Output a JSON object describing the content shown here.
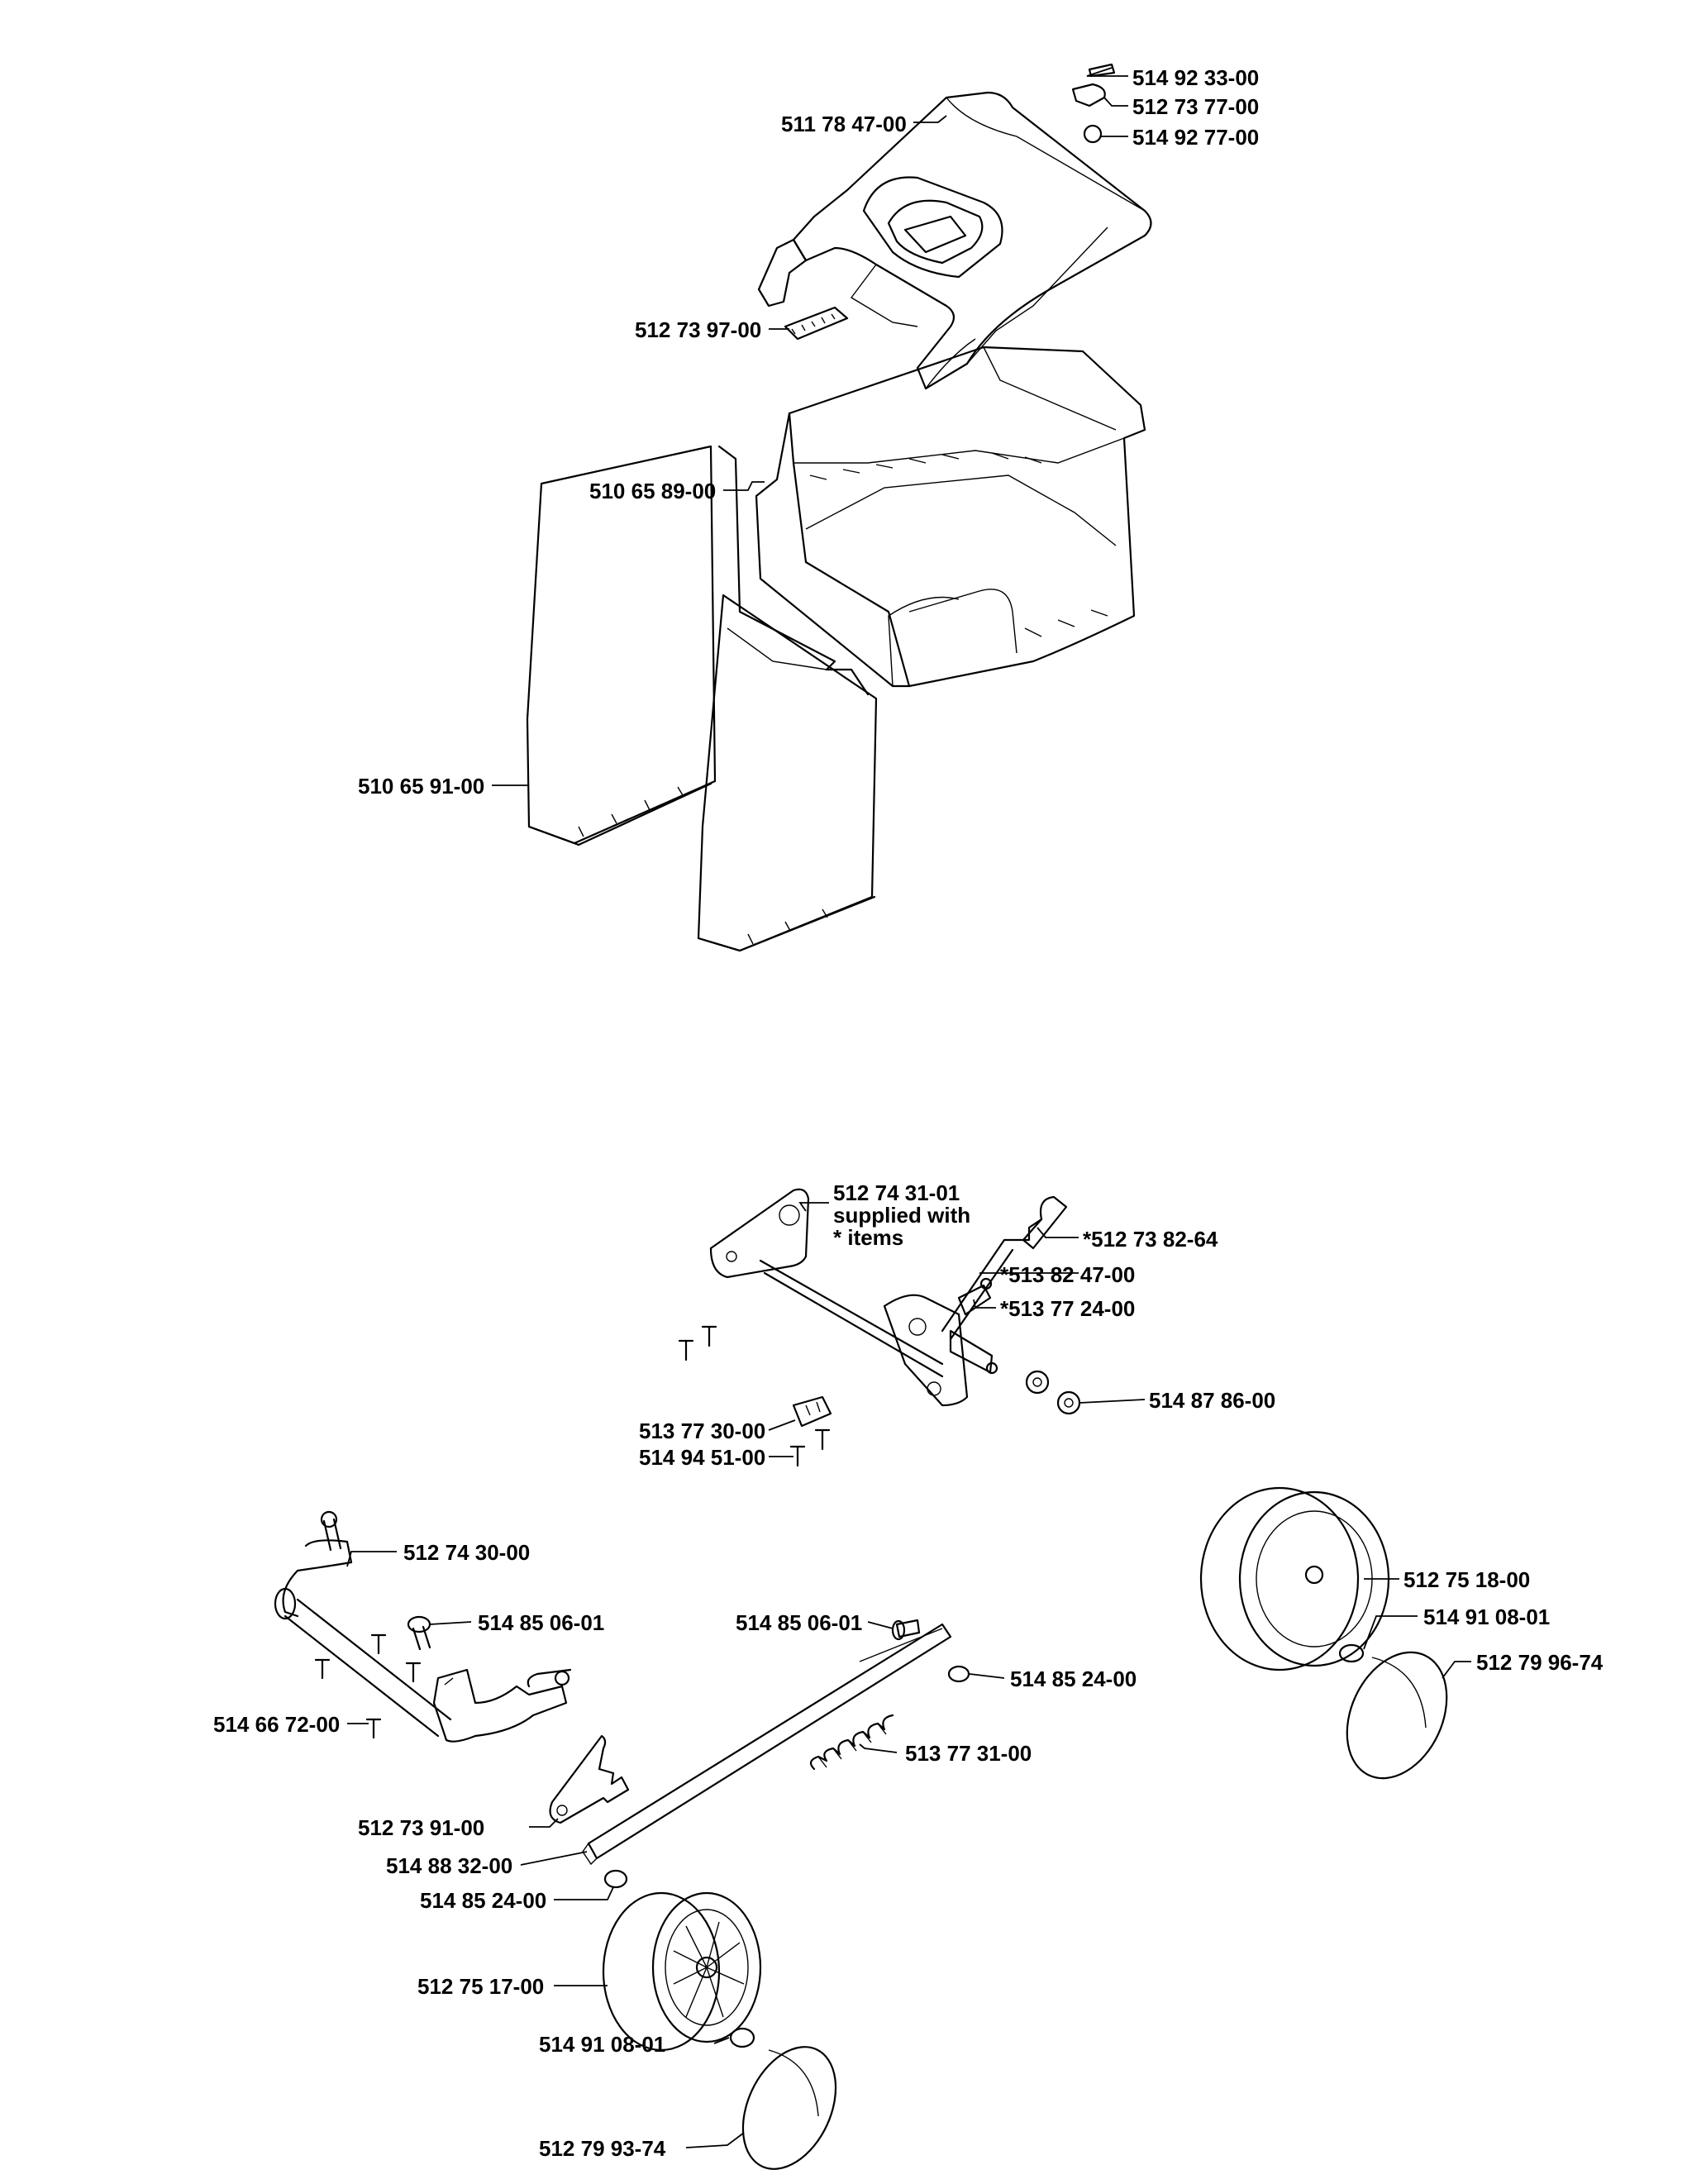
{
  "colors": {
    "line": "#000000",
    "background": "#ffffff"
  },
  "catcher": {
    "lid": "511 78 47-00",
    "lid_clip_a": "514 92 33-00",
    "lid_clip_b": "512 73 77-00",
    "lid_plug": "514 92 77-00",
    "indicator": "512 73 97-00",
    "frame": "510 65 89-00",
    "bag": "510 65 91-00"
  },
  "height_adjust": {
    "shaft_line1": "512 74 31-01",
    "shaft_line2": "supplied with",
    "shaft_line3": "* items",
    "knob": "*512 73 82-64",
    "spring_pin": "*513 82 47-00",
    "lever": "*513 77 24-00",
    "washer": "514 87 86-00",
    "bracket": "513 77 30-00",
    "screw": "514 94 51-00"
  },
  "rear_axle": {
    "axle": "512 74 30-00",
    "bolt_left": "514 85 06-01",
    "bolt_right": "514 85 06-01",
    "screw": "514 66 72-00",
    "washer_top": "514 85 24-00",
    "spring": "513 77 31-00",
    "latch": "512 73 91-00",
    "rod": "514 88 32-00",
    "washer_bottom": "514 85 24-00",
    "front_wheel": "512 75 17-00",
    "front_washer": "514 91 08-01",
    "front_cap": "512 79 93-74"
  },
  "rear_wheel": {
    "wheel": "512 75 18-00",
    "washer": "514 91 08-01",
    "cap": "512 79 96-74"
  }
}
